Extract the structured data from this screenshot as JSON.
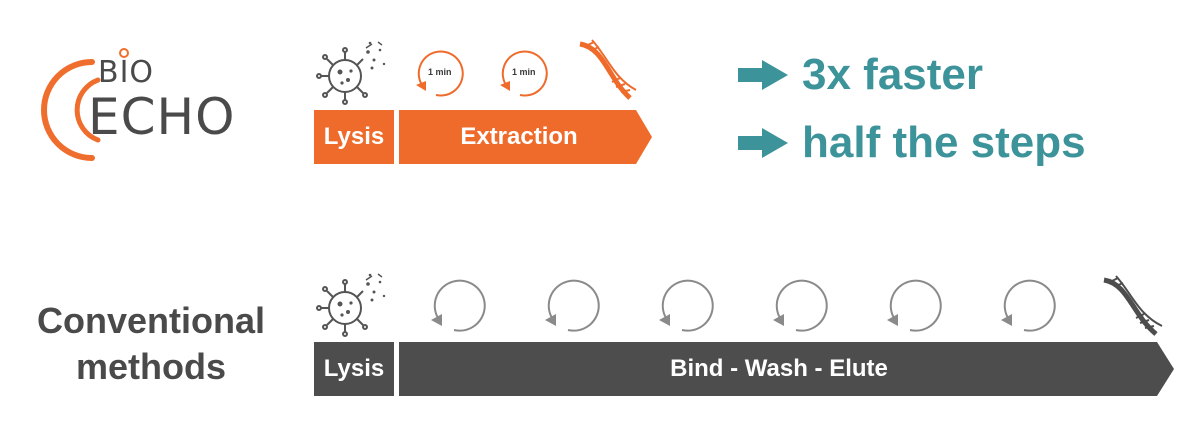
{
  "brand": {
    "bio": "BIO",
    "echo": "ECHO",
    "accent_color": "#f06e2d",
    "text_color": "#4a4a4a"
  },
  "bioecho_process": {
    "lysis_label": "Lysis",
    "extraction_label": "Extraction",
    "step_times": [
      "1 min",
      "1 min"
    ],
    "bar_color": "#ef6b2b"
  },
  "claims": {
    "faster": "3x faster",
    "steps": "half the steps",
    "color": "#3d939a"
  },
  "conventional": {
    "title_line1": "Conventional",
    "title_line2": "methods",
    "lysis_label": "Lysis",
    "steps_label": "Bind - Wash - Elute",
    "cycle_count": 6,
    "bar_color": "#4d4d4d"
  }
}
